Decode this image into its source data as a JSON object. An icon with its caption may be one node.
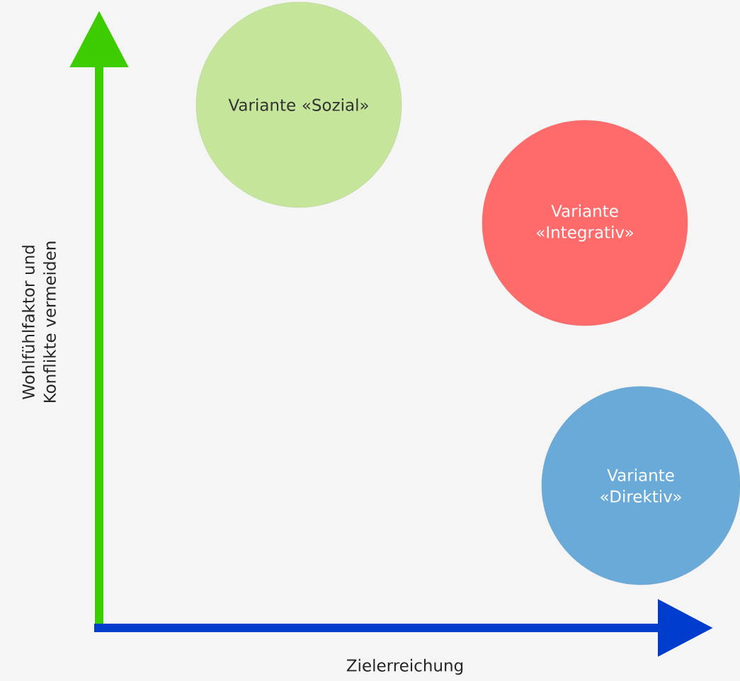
{
  "diagram": {
    "nodes": [
      {
        "text": [
          "Variante «Sozial»"
        ]
      },
      {
        "text": [
          "Variante «Integrativ»"
        ]
      },
      {
        "text": [
          "Variante «Direktiv»"
        ]
      }
    ],
    "labels": [
      "Wohlfühlfaktor und Konflikte vermeiden",
      "Zielerreichung"
    ]
  }
}
